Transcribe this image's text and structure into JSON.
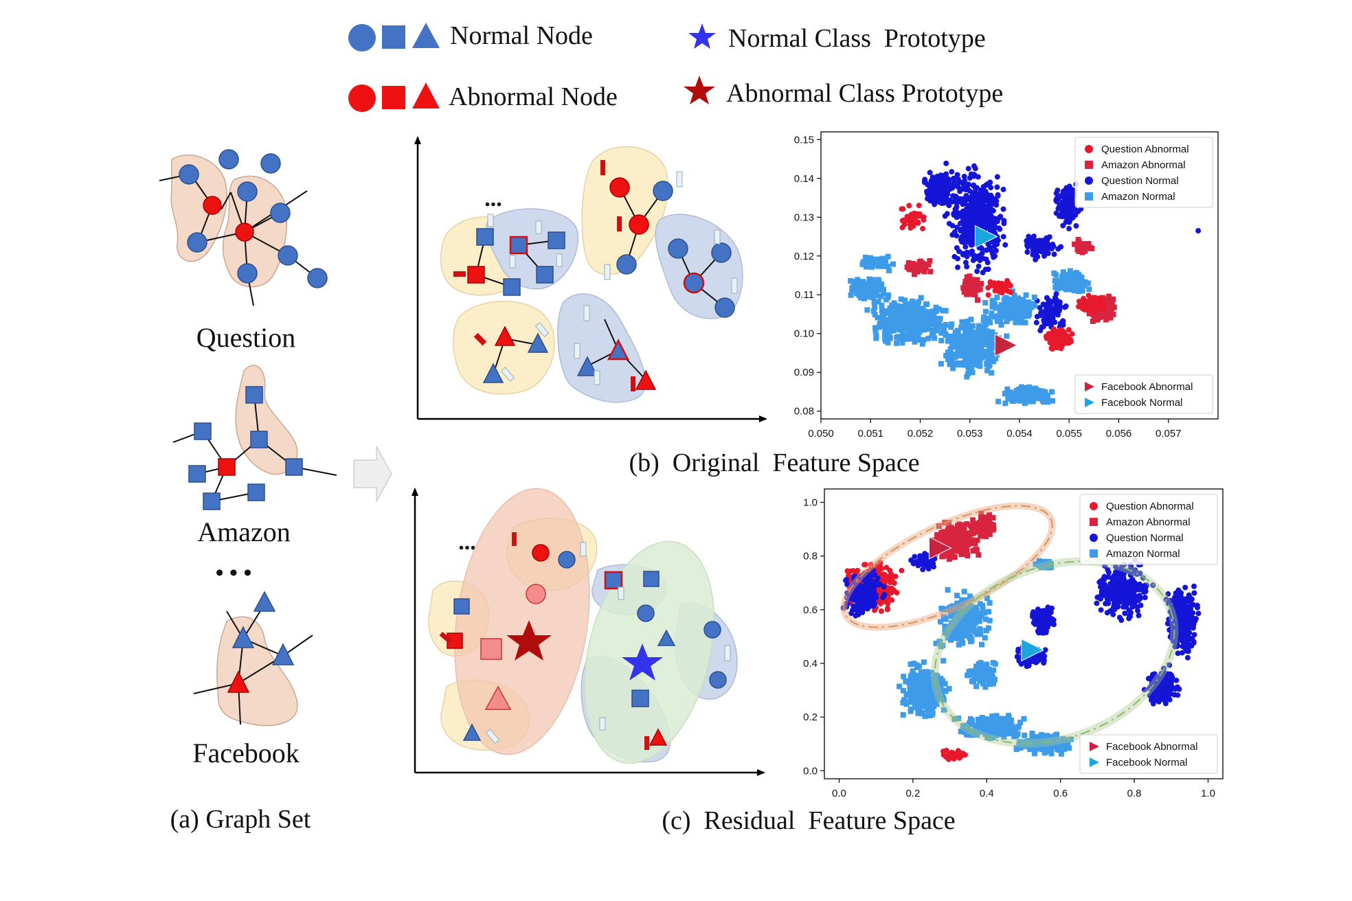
{
  "legend": {
    "normal_node": "Normal Node",
    "abnormal_node": "Abnormal Node",
    "normal_prototype": "Normal Class  Prototype",
    "abnormal_prototype": "Abnormal Class Prototype"
  },
  "graph_set": {
    "question": "Question",
    "amazon": "Amazon",
    "facebook": "Facebook",
    "ellipsis": "• • •",
    "caption": "(a) Graph Set"
  },
  "panel_b": {
    "caption": "(b)  Original  Feature Space",
    "dots": "..."
  },
  "panel_c": {
    "caption": "(c)  Residual  Feature Space",
    "dots": "..."
  },
  "colors": {
    "normal_blue": "#4472c4",
    "abnormal_red": "#ee1111",
    "question_abnormal": "#e8192c",
    "amazon_abnormal": "#d8243f",
    "question_normal": "#1515d8",
    "amazon_normal": "#3d9be9",
    "facebook_abnormal": "#c8243f",
    "facebook_normal": "#1aa7e0",
    "graph_blob": "#f4d9c8",
    "yellow_blob": "#fbeec8",
    "blue_blob": "#cfd9ee",
    "green_blob": "#d9ecd2"
  },
  "chart_data": [
    {
      "type": "scatter",
      "xlim": [
        0.05,
        0.058
      ],
      "ylim": [
        0.078,
        0.152
      ],
      "xticks": [
        "0.050",
        "0.051",
        "0.052",
        "0.053",
        "0.054",
        "0.055",
        "0.056",
        "0.057"
      ],
      "yticks": [
        "0.08",
        "0.09",
        "0.10",
        "0.11",
        "0.12",
        "0.13",
        "0.14",
        "0.15"
      ],
      "legend_top": [
        "Question Abnormal",
        "Amazon Abnormal",
        "Question Normal",
        "Amazon Normal"
      ],
      "legend_bottom": [
        "Facebook Abnormal",
        "Facebook Normal"
      ],
      "legend_top_position": "upper-right",
      "legend_bottom_position": "lower-right",
      "grid": false,
      "prototypes": [
        {
          "name": "Facebook Normal",
          "x": 0.0533,
          "y": 0.125
        },
        {
          "name": "Facebook Abnormal",
          "x": 0.0537,
          "y": 0.097
        }
      ],
      "outlier": {
        "x": 0.0576,
        "y": 0.1265
      }
    },
    {
      "type": "scatter",
      "xlim": [
        -0.04,
        1.04
      ],
      "ylim": [
        -0.03,
        1.05
      ],
      "xticks": [
        "0.0",
        "0.2",
        "0.4",
        "0.6",
        "0.8",
        "1.0"
      ],
      "yticks": [
        "0.0",
        "0.2",
        "0.4",
        "0.6",
        "0.8",
        "1.0"
      ],
      "legend_top": [
        "Question Abnormal",
        "Amazon Abnormal",
        "Question Normal",
        "Amazon Normal"
      ],
      "legend_bottom": [
        "Facebook Abnormal",
        "Facebook Normal"
      ],
      "legend_top_position": "upper-right",
      "legend_bottom_position": "lower-right",
      "grid": false,
      "prototypes": [
        {
          "name": "Facebook Abnormal",
          "x": 0.27,
          "y": 0.83
        },
        {
          "name": "Facebook Normal",
          "x": 0.52,
          "y": 0.45
        }
      ]
    }
  ]
}
